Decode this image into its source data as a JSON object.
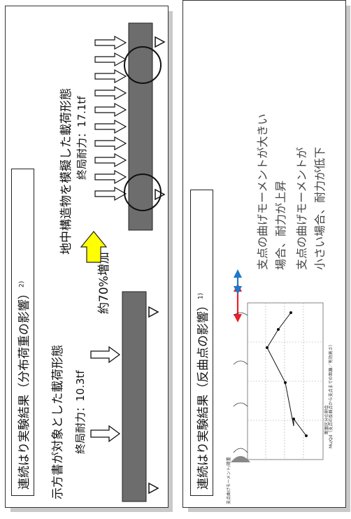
{
  "left_panel": {
    "title": "連続はり実験結果（分布荷重の影響）",
    "title_ref": "2)",
    "case_a_label": "示方書が対象とした載荷形態",
    "case_a_capacity": "終局耐力：10.3tf",
    "case_b_label": "地中構造物を模擬した載荷形態",
    "case_b_capacity": "終局耐力：17.1tf",
    "increase_label": "約70%増加",
    "colors": {
      "beam": "#6d6d6d",
      "arrow_highlight": "#ffff00"
    }
  },
  "right_panel": {
    "title": "連続はり実験結果（反曲点の影響）",
    "title_ref": "1)",
    "note_line1": "支点の曲げモーメントが大きい",
    "note_line2": "場合、耐力が上昇",
    "note_line3": "支点の曲げモーメントが",
    "note_line4": "小さい場合、耐力が低下",
    "chart_caption": "Mu/Qd（支点の反曲点から支点までの距離／有効高さ）",
    "chart_caption2": "断面区分の割合",
    "chart_axis_label": "支点曲げモーメント/荷重",
    "colors": {
      "red_arrow": "#e8202a",
      "blue_arrow": "#1f78c8"
    }
  }
}
